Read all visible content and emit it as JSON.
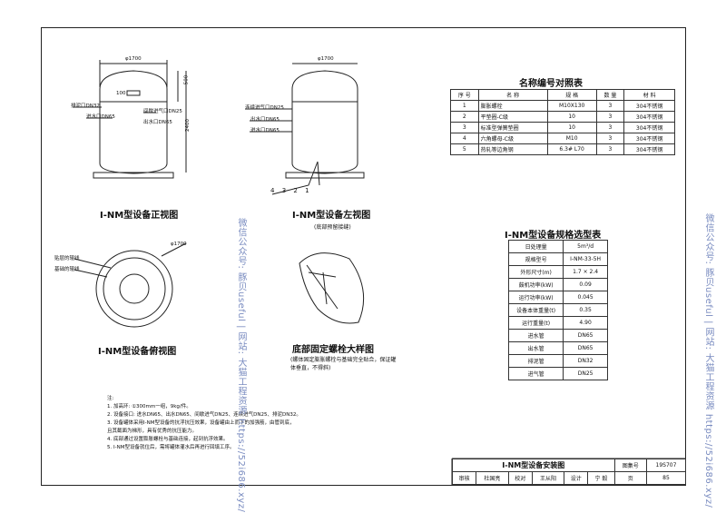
{
  "front_view": {
    "title": "Ⅰ-NM型设备正视图",
    "dim_width": "φ1700",
    "dim_h1": "500",
    "dim_h2": "2400",
    "dim_100": "100",
    "label_drain": "排泥口DN32",
    "label_inlet": "进水口DN65",
    "label_vent": "间歇进气口DN25",
    "label_outlet": "出水口DN65"
  },
  "side_view": {
    "title": "Ⅰ-NM型设备左视图",
    "subtitle": "(底部预留接缝)",
    "dim_width": "φ1700",
    "label_cont": "连续进气口DN25",
    "label_out": "出水口DN65",
    "label_in": "进水口DN65",
    "callouts": [
      "4",
      "3",
      "2",
      "1"
    ]
  },
  "top_view": {
    "title": "Ⅰ-NM型设备俯视图",
    "dim": "φ1700",
    "label1": "贴层的辊线",
    "label2": "基础的辊线"
  },
  "bolt_detail": {
    "title": "底部固定螺栓大样图",
    "note": "(螺体固定膨胀螺栓与基础完全贴合，保证罐体垂直，不得斜)"
  },
  "name_table": {
    "title": "名称编号对照表",
    "headers": [
      "序 号",
      "名  称",
      "规  格",
      "数  量",
      "材  料"
    ],
    "rows": [
      [
        "1",
        "膨胀螺栓",
        "M10X130",
        "3",
        "304不锈钢"
      ],
      [
        "2",
        "平垫圈-C级",
        "10",
        "3",
        "304不锈钢"
      ],
      [
        "3",
        "标准型弹簧垫圈",
        "10",
        "3",
        "304不锈钢"
      ],
      [
        "4",
        "六角螺母-C级",
        "M10",
        "3",
        "304不锈钢"
      ],
      [
        "5",
        "热轧等边角钢",
        "6.3# L70",
        "3",
        "304不锈钢"
      ]
    ]
  },
  "spec_table": {
    "title": "Ⅰ-NM型设备规格选型表",
    "rows": [
      [
        "日处理量",
        "5m³/d"
      ],
      [
        "规格型号",
        "I-NM-33-5H"
      ],
      [
        "外形尺寸(m)",
        "1.7 × 2.4"
      ],
      [
        "鼓机功率(kW)",
        "0.09"
      ],
      [
        "运行功率(kW)",
        "0.045"
      ],
      [
        "设备本体重量(t)",
        "0.35"
      ],
      [
        "运行重量(t)",
        "4.90"
      ],
      [
        "进水管",
        "DN65"
      ],
      [
        "出水管",
        "DN65"
      ],
      [
        "排泥管",
        "DN32"
      ],
      [
        "进气管",
        "DN25"
      ]
    ]
  },
  "notes": {
    "head": "注:",
    "items": [
      "1. 加高环: ①300mm一组，9kg/件。",
      "2. 设备接口: 进水DN65、出水DN65、间歇进气DN25、连续进气DN25、排泥DN32。",
      "3. 设备罐体采用I-NM型设备的抗浮抗压效果，设备罐由上而下的加强筋，由管到底，",
      "   且其截面为梯形，具有优秀的抗压能力。",
      "4. 底部通过设置膨胀螺栓与基础连接，起到抗浮效果。",
      "5. I-NM型设备就位后，需将罐体灌水后再进行回填工序。"
    ]
  },
  "title_block": {
    "drawing_title": "Ⅰ-NM型设备安装图",
    "atlas_label": "图集号",
    "atlas_no": "19S707",
    "page_label": "页",
    "page_no": "85",
    "review": "审核",
    "reviewer": "杜国亮",
    "check": "校对",
    "checker": "王从阳",
    "design": "设计",
    "designer": "宁 毅"
  },
  "watermark": "微信公众号: 豚贝useful | 网站: 大猫工程资源 https://52i686.xyz/"
}
